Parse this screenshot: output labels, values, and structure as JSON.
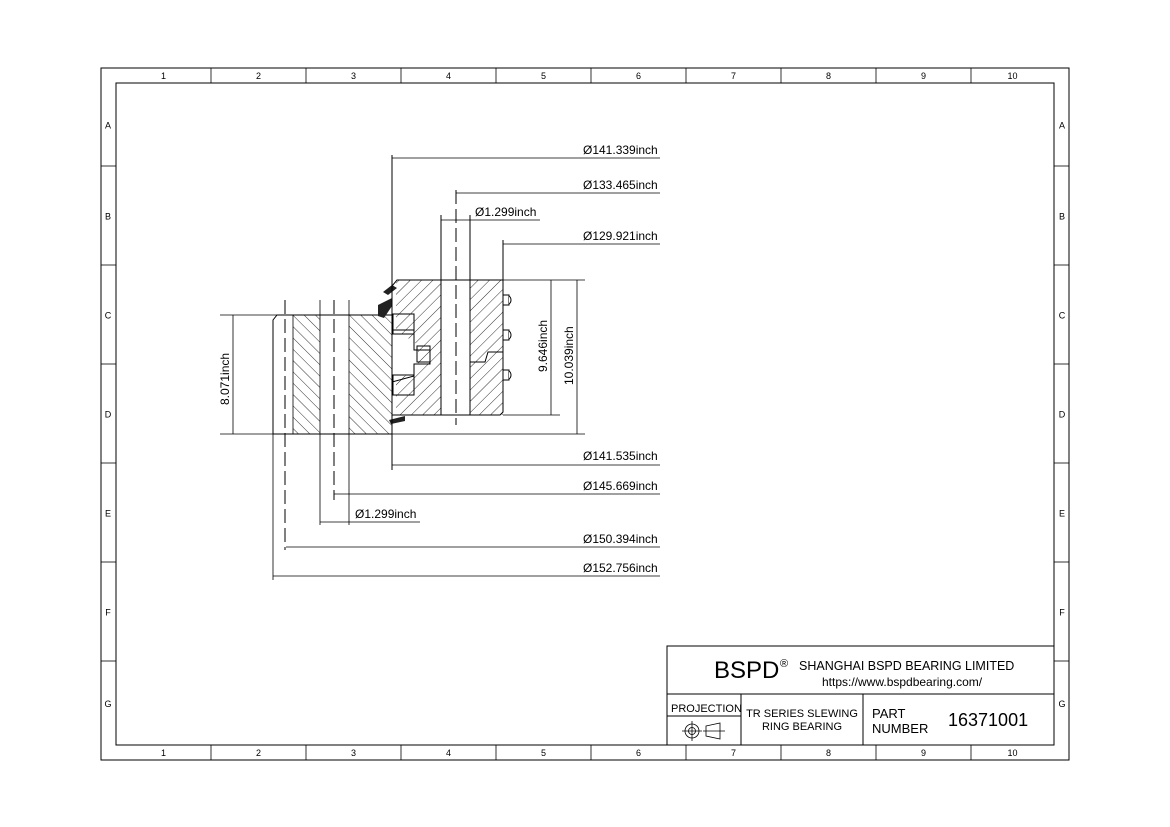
{
  "frame": {
    "columns": [
      "1",
      "2",
      "3",
      "4",
      "5",
      "6",
      "7",
      "8",
      "9",
      "10"
    ],
    "rows": [
      "A",
      "B",
      "C",
      "D",
      "E",
      "F",
      "G"
    ]
  },
  "dimensions": {
    "top": [
      "Ø141.339inch",
      "Ø133.465inch",
      "Ø1.299inch",
      "Ø129.921inch"
    ],
    "bottom": [
      "Ø141.535inch",
      "Ø145.669inch",
      "Ø1.299inch",
      "Ø150.394inch",
      "Ø152.756inch"
    ],
    "height_outer": "8.071inch",
    "height_inner": "9.646inch",
    "height_total": "10.039inch"
  },
  "title_block": {
    "logo": "BSPD",
    "registered": "®",
    "company": "SHANGHAI BSPD BEARING LIMITED",
    "url": "https://www.bspdbearing.com/",
    "projection_label": "PROJECTION",
    "description_line1": "TR SERIES SLEWING",
    "description_line2": "RING BEARING",
    "part_label_line1": "PART",
    "part_label_line2": "NUMBER",
    "part_number": "16371001"
  }
}
